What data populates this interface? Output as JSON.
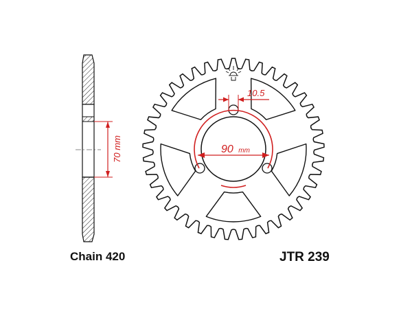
{
  "part_number": "JTR 239",
  "chain_label": "Chain 420",
  "dimensions": {
    "hub_offset_label": "70 mm",
    "bolt_circle": {
      "value": "90",
      "unit": "mm"
    },
    "bolt_hole_label": "10.5"
  },
  "sprocket": {
    "teeth": 41
  },
  "colors": {
    "outline": "#111111",
    "dimension": "#d01f1f",
    "hatch": "#222222",
    "background": "#ffffff"
  }
}
